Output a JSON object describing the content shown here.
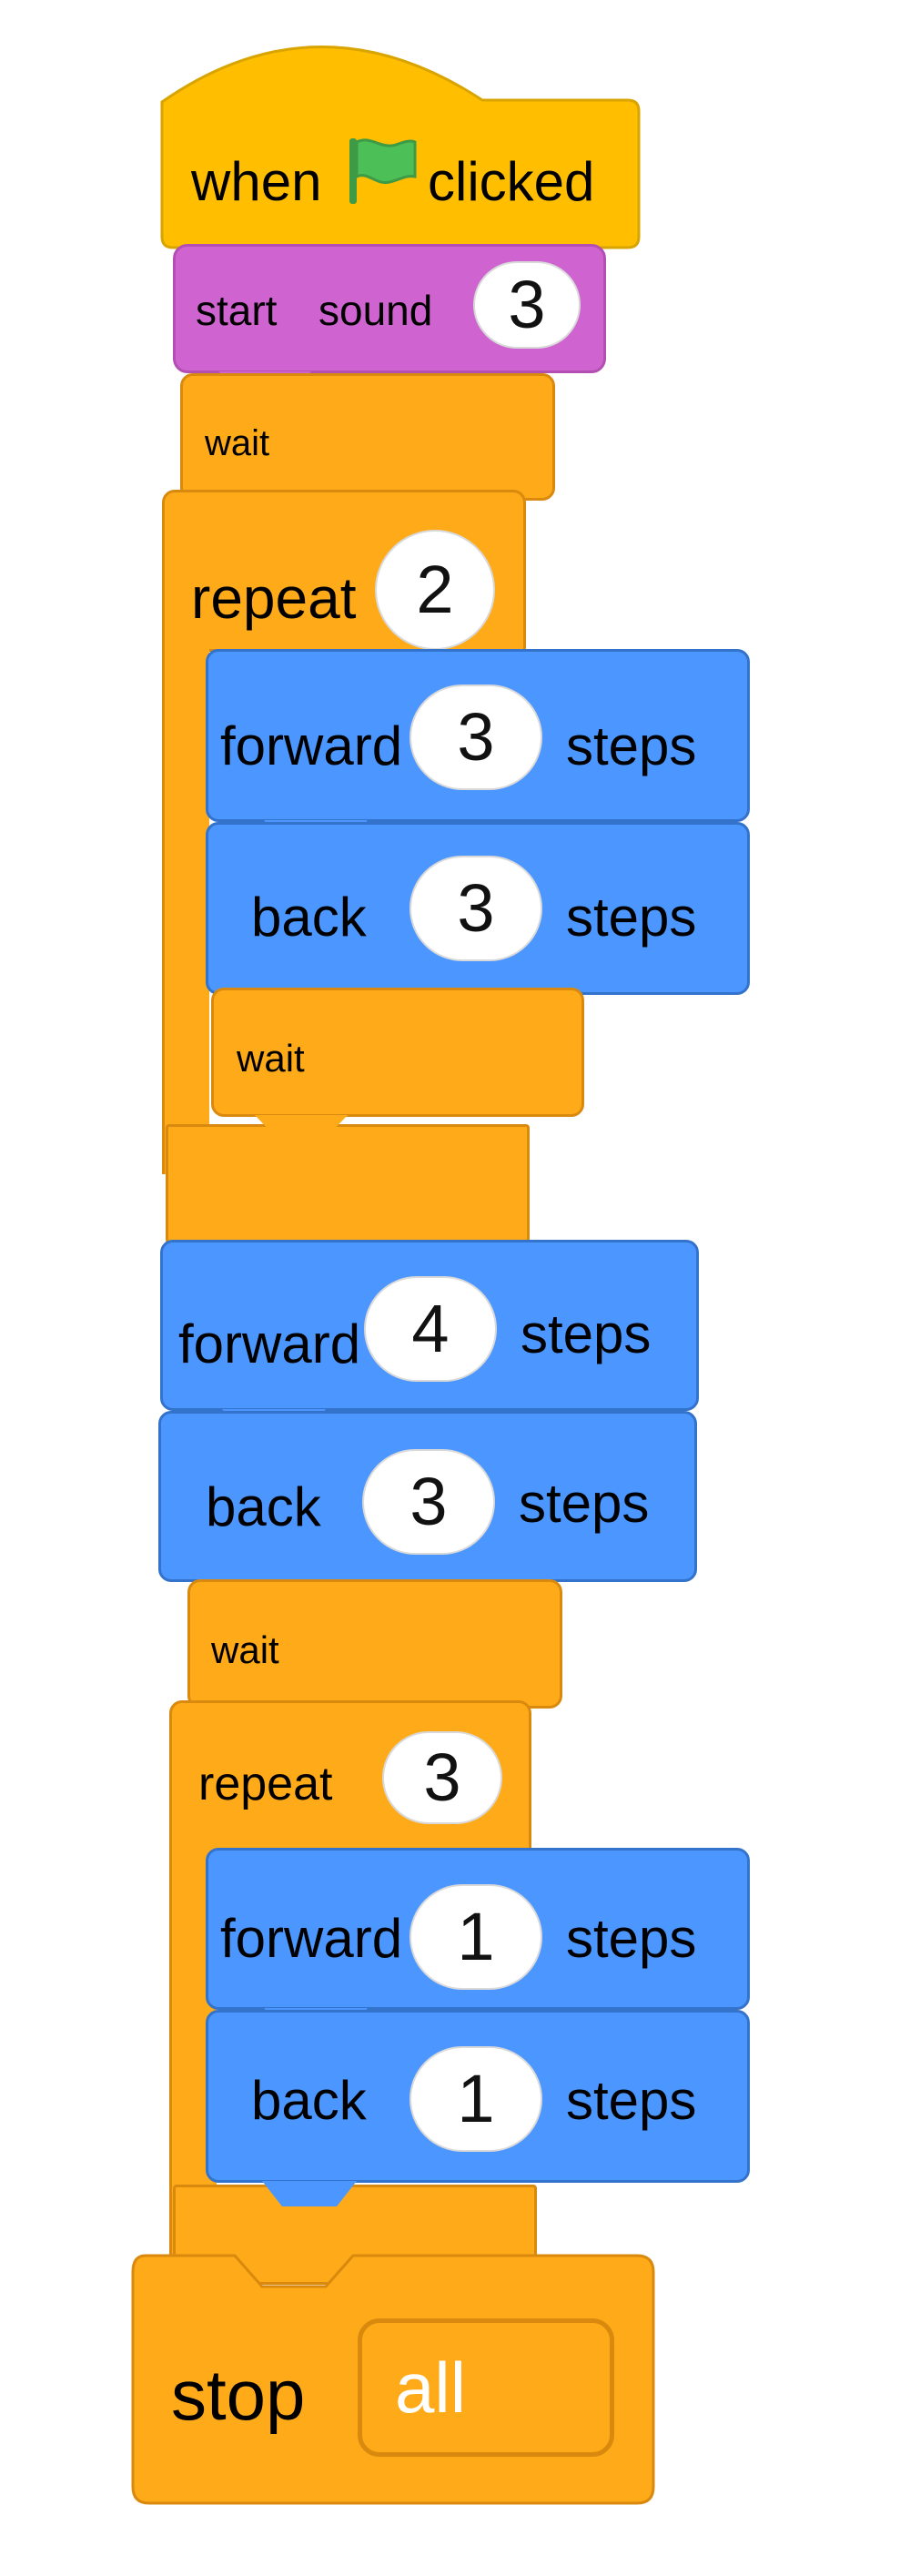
{
  "colors": {
    "events": "#ffbf00",
    "events_border": "#d9a400",
    "sound": "#cf63cf",
    "sound_border": "#b34fb3",
    "control": "#ffab19",
    "control_border": "#d9890d",
    "motion": "#4c97ff",
    "motion_border": "#3373cc",
    "flag": "#4cbf56"
  },
  "script": {
    "hat": {
      "before": "when",
      "icon": "green-flag-icon",
      "after": "clicked"
    },
    "start_sound": {
      "label1": "start",
      "label2": "sound",
      "value": "3"
    },
    "wait_1": {
      "label": "wait"
    },
    "repeat_1": {
      "label": "repeat",
      "count": "2",
      "forward": {
        "label": "forward",
        "value": "3",
        "unit": "steps"
      },
      "back": {
        "label": "back",
        "value": "3",
        "unit": "steps"
      },
      "wait": {
        "label": "wait"
      }
    },
    "forward_2": {
      "label": "forward",
      "value": "4",
      "unit": "steps"
    },
    "back_2": {
      "label": "back",
      "value": "3",
      "unit": "steps"
    },
    "wait_2": {
      "label": "wait"
    },
    "repeat_2": {
      "label": "repeat",
      "count": "3",
      "forward": {
        "label": "forward",
        "value": "1",
        "unit": "steps"
      },
      "back": {
        "label": "back",
        "value": "1",
        "unit": "steps"
      }
    },
    "stop": {
      "label": "stop",
      "option": "all"
    }
  }
}
